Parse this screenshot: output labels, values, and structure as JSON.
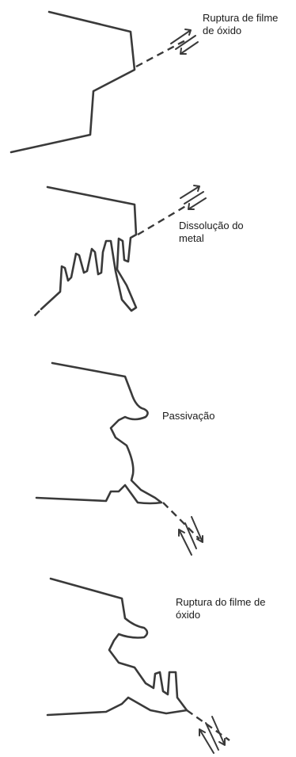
{
  "stages": [
    {
      "label_line1": "Ruptura de filme",
      "label_line2": "de óxido"
    },
    {
      "label_line1": "Dissolução do",
      "label_line2": "metal"
    },
    {
      "label_line1": "Passivação",
      "label_line2": ""
    },
    {
      "label_line1": "Ruptura do filme de",
      "label_line2": "óxido"
    }
  ],
  "colors": {
    "ink": "#3a3a3a",
    "text": "#1a1a1a",
    "background": "#ffffff"
  }
}
